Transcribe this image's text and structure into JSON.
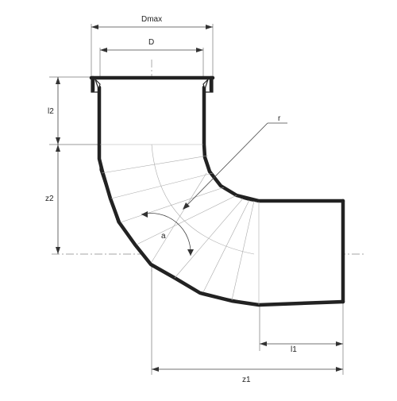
{
  "labels": {
    "dmax": "Dmax",
    "d": "D",
    "l2": "l2",
    "z2": "z2",
    "r": "r",
    "a": "a",
    "l1": "l1",
    "z1": "z1"
  },
  "colors": {
    "outline": "#222222",
    "dimension_line": "#444444",
    "center_line": "#888888"
  }
}
